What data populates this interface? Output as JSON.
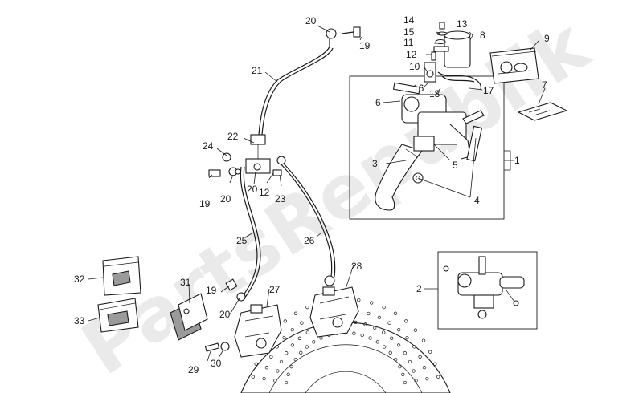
{
  "watermark": {
    "text": "PartsRepublik",
    "color": "#d9d9d9"
  },
  "callouts": [
    "1",
    "2",
    "3",
    "4",
    "5",
    "6",
    "7",
    "8",
    "9",
    "10",
    "11",
    "12",
    "13",
    "14",
    "15",
    "16",
    "17",
    "18",
    "19",
    "20",
    "21",
    "22",
    "23",
    "24",
    "25",
    "26",
    "27",
    "28",
    "29",
    "30",
    "31",
    "32",
    "33"
  ],
  "colors": {
    "line": "#1a1a1a",
    "background": "#ffffff",
    "shade": "#9a9a9a"
  },
  "parts": {
    "master_cylinder_assembly": "1",
    "master_cylinder_detail": "2",
    "brake_lever": "3",
    "reservoir": "8",
    "repair_kit_bag": "9",
    "decal": "7",
    "front_hose": "21",
    "three_way_union": "22",
    "left_hose": "25",
    "right_hose": "26",
    "left_caliper": "27",
    "right_caliper": "28",
    "brake_pads": "31",
    "pad_kit_bag_a": "32",
    "pad_kit_bag_b": "33"
  }
}
